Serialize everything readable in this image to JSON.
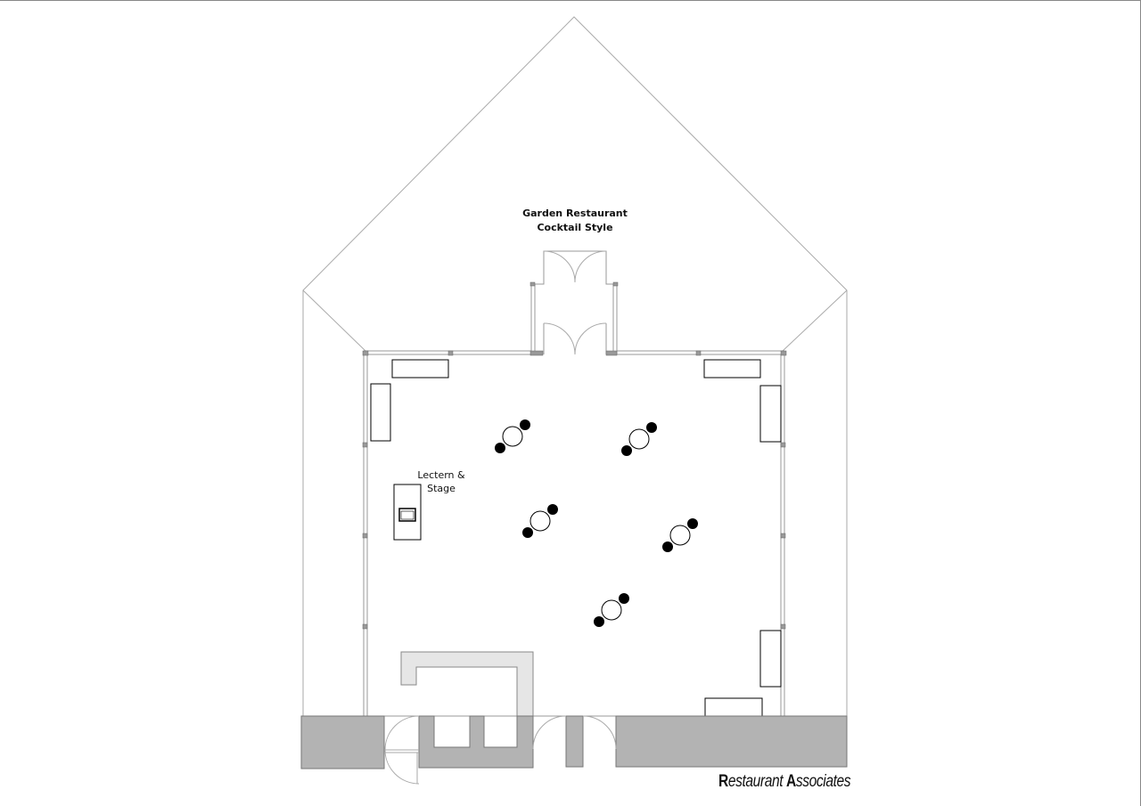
{
  "title": {
    "line1": "Garden Restaurant",
    "line2": "Cocktail Style"
  },
  "lectern": {
    "line1": "Lectern &",
    "line2": "Stage"
  },
  "logo": {
    "text": "Restaurant Associates",
    "initial1": "R",
    "rest1": "estaurant ",
    "initial2": "A",
    "rest2": "ssociates"
  },
  "colors": {
    "wall_fill": "#b3b3b3",
    "bar_fill": "#e6e6e6",
    "line": "#999999",
    "chair": "#000000"
  },
  "tables": 5,
  "chairs_per_table": 2
}
